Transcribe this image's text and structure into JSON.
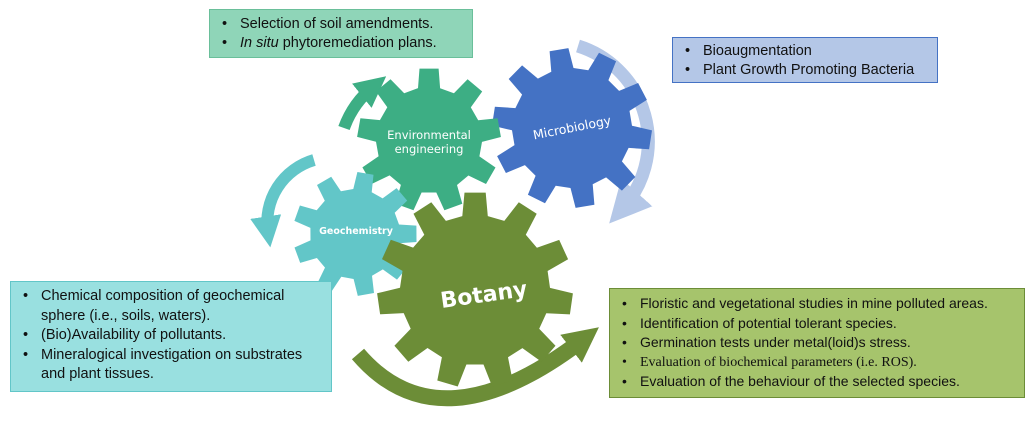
{
  "gears": {
    "environmental": {
      "label_line1": "Environmental",
      "label_line2": "engineering",
      "color": "#3dae84"
    },
    "microbiology": {
      "label": "Microbiology",
      "color": "#4472c4"
    },
    "geochemistry": {
      "label": "Geochemistry",
      "color": "#62c6c8"
    },
    "botany": {
      "label": "Botany",
      "color": "#6c8d37"
    }
  },
  "boxes": {
    "environmental": {
      "items": [
        {
          "em": "",
          "text": "Selection of soil amendments."
        },
        {
          "em": "In situ",
          "text": " phytoremediation plans."
        }
      ],
      "fill": "#8fd5b8",
      "border": "#6abf9a"
    },
    "microbiology": {
      "items": [
        "Bioaugmentation",
        "Plant Growth Promoting Bacteria"
      ],
      "fill": "#b4c7e7",
      "border": "#4472c4"
    },
    "geochemistry": {
      "items": [
        "Chemical composition of geochemical sphere (i.e., soils, waters).",
        "(Bio)Availability of pollutants.",
        "Mineralogical investigation on substrates and plant tissues."
      ],
      "fill": "#99e0e0",
      "border": "#62c6c8"
    },
    "botany": {
      "items": [
        "Floristic and vegetational studies in mine polluted areas.",
        "Identification of potential tolerant species.",
        "Germination tests under metal(loid)s stress.",
        "Evaluation of biochemical parameters (i.e. ROS).",
        "Evaluation of the behaviour of the selected species."
      ],
      "fill": "#a6c46c",
      "border": "#6c8d37"
    }
  },
  "arrows": {
    "environmental": "#3dae84",
    "microbiology": "#b4c7e7",
    "geochemistry": "#62c6c8",
    "botany": "#6c8d37"
  }
}
